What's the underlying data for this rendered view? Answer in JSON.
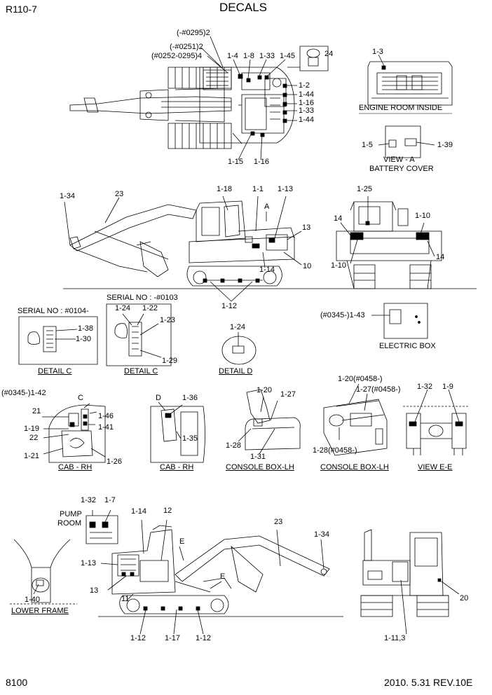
{
  "header": {
    "model": "R110-7",
    "title": "DECALS"
  },
  "footer": {
    "page": "8100",
    "date_rev": "2010. 5.31  REV.10E"
  },
  "views": {
    "engine_room": "ENGINE ROOM INSIDE",
    "view_a_1": "VIEW - A",
    "view_a_2": "BATTERY COVER",
    "electric_box": "ELECTRIC BOX",
    "detail_c1": "DETAIL C",
    "detail_c2": "DETAIL C",
    "detail_d": "DETAIL D",
    "cab_rh1": "CAB - RH",
    "cab_rh2": "CAB - RH",
    "console1": "CONSOLE BOX-LH",
    "console2": "CONSOLE BOX-LH",
    "view_ee": "VIEW  E-E",
    "lower_frame": "LOWER FRAME",
    "pump_room_1": "PUMP",
    "pump_room_2": "ROOM",
    "serial_1": "SERIAL NO : #0104-",
    "serial_2": "SERIAL NO : -#0103"
  },
  "callouts": {
    "top_0295": "(-#0295)2",
    "top_0251": "(-#0251)2",
    "top_0252": "(#0252-0295)4",
    "top_1_4": "1-4",
    "top_1_8": "1-8",
    "top_1_33": "1-33",
    "top_1_45": "1-45",
    "top_24": "24",
    "top_1_2": "1-2",
    "top_1_44a": "1-44",
    "top_1_16a": "1-16",
    "top_1_33b": "1-33",
    "top_1_44b": "1-44",
    "top_1_15": "1-15",
    "top_1_16b": "1-16",
    "top_1_3": "1-3",
    "top_1_5": "1-5",
    "top_1_39": "1-39",
    "side_1_34": "1-34",
    "side_23": "23",
    "side_1_18": "1-18",
    "side_1_1": "1-1",
    "side_1_13": "1-13",
    "side_A": "A",
    "side_13": "13",
    "side_10": "10",
    "side_1_14": "1-14",
    "side_1_12": "1-12",
    "rear_1_25": "1-25",
    "rear_14a": "14",
    "rear_1_10a": "1-10",
    "rear_1_10b": "1-10",
    "rear_14b": "14",
    "eb_1_43": "(#0345-)1-43",
    "dc1_1_38": "1-38",
    "dc1_1_30": "1-30",
    "dc2_1_24": "1-24",
    "dc2_1_22": "1-22",
    "dc2_1_23": "1-23",
    "dc2_1_29": "1-29",
    "dd_1_24": "1-24",
    "cab_1_42": "(#0345-)1-42",
    "cab_C": "C",
    "cab_21": "21",
    "cab_1_46": "1-46",
    "cab_1_41": "1-41",
    "cab_1_19": "1-19",
    "cab_22": "22",
    "cab_1_21": "1-21",
    "cab_1_26": "1-26",
    "cab2_D": "D",
    "cab2_1_36": "1-36",
    "cab2_1_35": "1-35",
    "con_1_20": "1-20",
    "con_1_27": "1-27",
    "con_1_28": "1-28",
    "con_1_31": "1-31",
    "con2_1_20": "1-20(#0458-)",
    "con2_1_27": "1-27(#0458-)",
    "con2_1_28": "1-28(#0458-)",
    "vee_1_32": "1-32",
    "vee_1_9": "1-9",
    "bot_1_32": "1-32",
    "bot_1_7": "1-7",
    "bot_1_14": "1-14",
    "bot_12": "12",
    "bot_23": "23",
    "bot_1_34": "1-34",
    "bot_E1": "E",
    "bot_E2": "E",
    "bot_1_13": "1-13",
    "bot_13": "13",
    "bot_11": "11",
    "bot_1_40": "1-40",
    "bot_1_12a": "1-12",
    "bot_1_17": "1-17",
    "bot_1_12b": "1-12",
    "bot_20": "20",
    "bot_1_11": "1-11,3"
  }
}
